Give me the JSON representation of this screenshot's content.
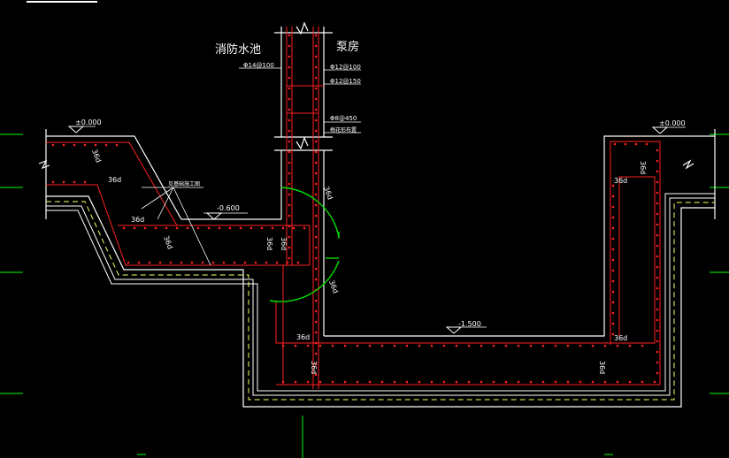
{
  "labels": {
    "fire_pool": "消防水池",
    "pump_room": "泵房",
    "rebar_14_100": "Φ14@100",
    "rebar_12_100": "Φ12@100",
    "rebar_12_150": "Φ12@150",
    "rebar_8_450": "Φ8@450",
    "rebar_note": "梅花形布置",
    "rebar_callout": "见基础施工图",
    "elev_left": "±0.000",
    "elev_right": "±0.000",
    "elev_step": "-0.600",
    "elev_bottom": "-1.500",
    "lap": "36d"
  },
  "colors": {
    "background": "#000000",
    "outline": "#ffffff",
    "rebar": "#ff2020",
    "grid": "#00ff00",
    "arc": "#00dd00",
    "waterproof": "#ffff66"
  }
}
